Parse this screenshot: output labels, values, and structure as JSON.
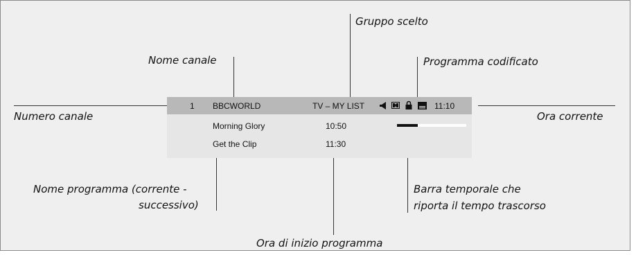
{
  "callouts": {
    "group_selected": "Gruppo scelto",
    "channel_name": "Nome canale",
    "encoded_program": "Programma codificato",
    "channel_number": "Numero canale",
    "current_time": "Ora corrente",
    "program_name_line1": "Nome programma (corrente -",
    "program_name_line2": "successivo)",
    "time_bar_line1": "Barra temporale che",
    "time_bar_line2": "riporta il tempo trascorso",
    "start_time": "Ora di inizio programma"
  },
  "osd": {
    "channel_number": "1",
    "channel_name": "BBCWORLD",
    "group": "TV – MY LIST",
    "icons": [
      "speaker-icon",
      "dolby-icon",
      "lock-icon",
      "subtitle-icon"
    ],
    "clock": "11:10",
    "programs": [
      {
        "title": "Morning  Glory",
        "start": "10:50"
      },
      {
        "title": "Get the Clip",
        "start": "11:30"
      }
    ],
    "elapsed_fraction": 0.3,
    "colors": {
      "info_bar": "#b8b8b8",
      "panel": "#e6e6e6",
      "frame": "#efefef"
    }
  }
}
